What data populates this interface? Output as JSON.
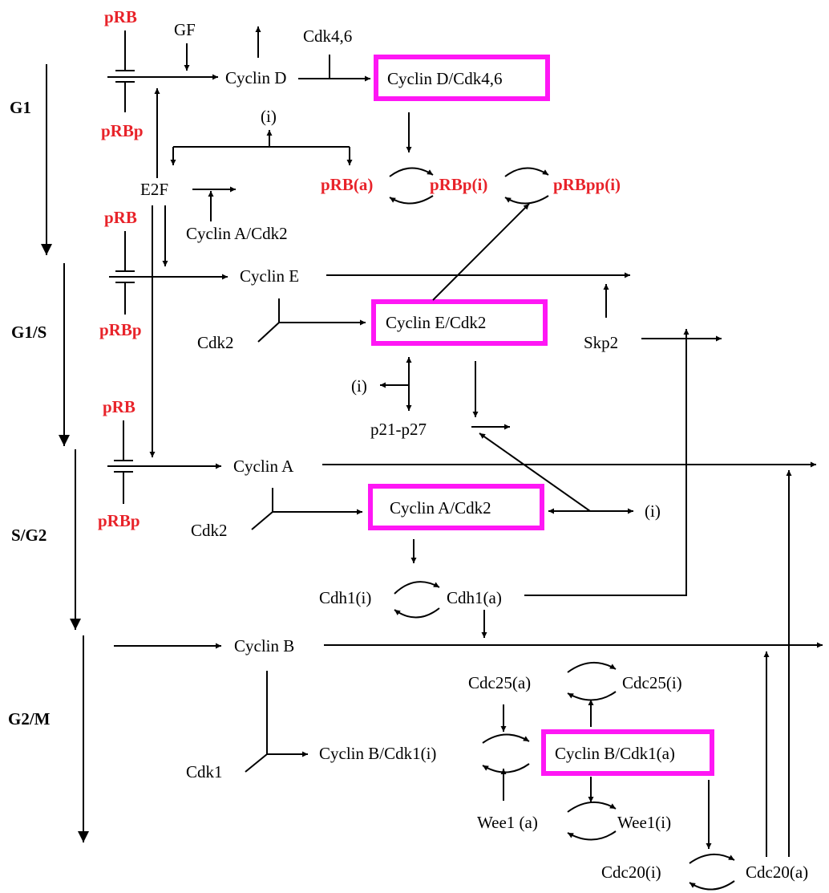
{
  "phases": {
    "g1": "G1",
    "g1s": "G1/S",
    "sg2": "S/G2",
    "g2m": "G2/M"
  },
  "g1": {
    "prb": "pRB",
    "prbp": "pRBp",
    "gf": "GF",
    "cyclin_d": "Cyclin D",
    "cdk46": "Cdk4,6",
    "complex": "Cyclin D/Cdk4,6",
    "inhibit": "(i)",
    "e2f": "E2F",
    "cyclin_a_cdk2": "Cyclin A/Cdk2",
    "prb_a": "pRB(a)",
    "prbp_i": "pRBp(i)",
    "prbpp_i": "pRBpp(i)"
  },
  "g1s": {
    "prb": "pRB",
    "prbp": "pRBp",
    "cyclin_e": "Cyclin E",
    "cdk2": "Cdk2",
    "complex": "Cyclin E/Cdk2",
    "skp2": "Skp2",
    "inhibit": "(i)",
    "p21_p27": "p21-p27"
  },
  "sg2": {
    "prb": "pRB",
    "prbp": "pRBp",
    "cyclin_a": "Cyclin A",
    "cdk2": "Cdk2",
    "complex": "Cyclin A/Cdk2",
    "inhibit": "(i)",
    "cdh1_i": "Cdh1(i)",
    "cdh1_a": "Cdh1(a)"
  },
  "g2m": {
    "cyclin_b": "Cyclin B",
    "cdk1": "Cdk1",
    "cyclin_b_cdk1_i": "Cyclin B/Cdk1(i)",
    "complex": "Cyclin B/Cdk1(a)",
    "cdc25_a": "Cdc25(a)",
    "cdc25_i": "Cdc25(i)",
    "wee1_a": "Wee1 (a)",
    "wee1_i": "Wee1(i)",
    "cdc20_i": "Cdc20(i)",
    "cdc20_a": "Cdc20(a)"
  }
}
